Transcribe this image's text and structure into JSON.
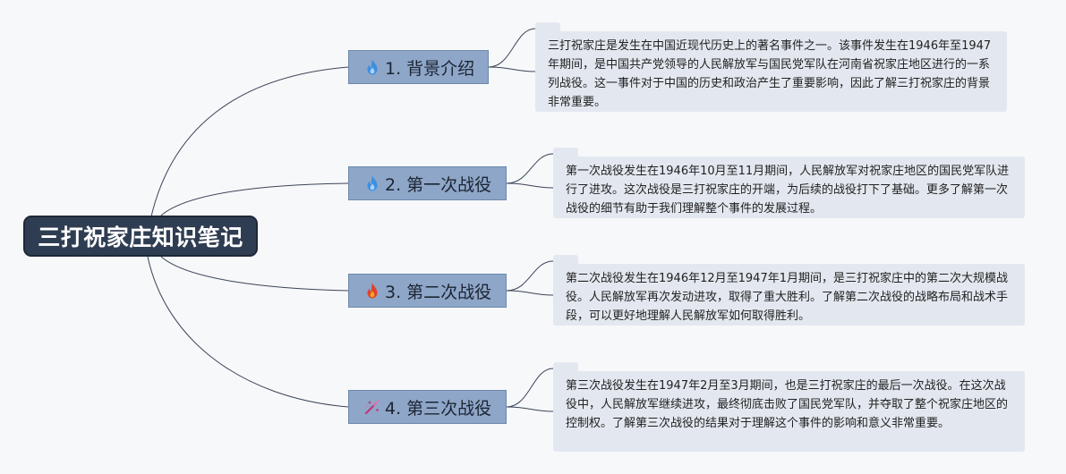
{
  "root": {
    "title": "三打祝家庄知识笔记"
  },
  "branches": [
    {
      "label": "1. 背景介绍",
      "icon": "fire-blue-icon",
      "icon_color": "#3d8fe0"
    },
    {
      "label": "2. 第一次战役",
      "icon": "fire-blue-icon",
      "icon_color": "#3d8fe0"
    },
    {
      "label": "3. 第二次战役",
      "icon": "fire-red-icon",
      "icon_color": "#e0422c"
    },
    {
      "label": "4. 第三次战役",
      "icon": "wand-sparkle-icon",
      "icon_color": "#c0357a"
    }
  ],
  "notes": [
    "三打祝家庄是发生在中国近现代历史上的著名事件之一。该事件发生在1946年至1947年期间，是中国共产党领导的人民解放军与国民党军队在河南省祝家庄地区进行的一系列战役。这一事件对于中国的历史和政治产生了重要影响，因此了解三打祝家庄的背景非常重要。",
    "第一次战役发生在1946年10月至11月期间，人民解放军对祝家庄地区的国民党军队进行了进攻。这次战役是三打祝家庄的开端，为后续的战役打下了基础。更多了解第一次战役的细节有助于我们理解整个事件的发展过程。",
    "第二次战役发生在1946年12月至1947年1月期间，是三打祝家庄中的第二次大规模战役。人民解放军再次发动进攻，取得了重大胜利。了解第二次战役的战略布局和战术手段，可以更好地理解人民解放军如何取得胜利。",
    "第三次战役发生在1947年2月至3月期间，也是三打祝家庄的最后一次战役。在这次战役中，人民解放军继续进攻，最终彻底击败了国民党军队，并夺取了整个祝家庄地区的控制权。了解第三次战役的结果对于理解这个事件的影响和意义非常重要。"
  ],
  "colors": {
    "root_bg": "#2f3d52",
    "branch_bg": "#8ea6c8",
    "note_bg": "#e3e8f0",
    "connector": "#3a4558"
  }
}
